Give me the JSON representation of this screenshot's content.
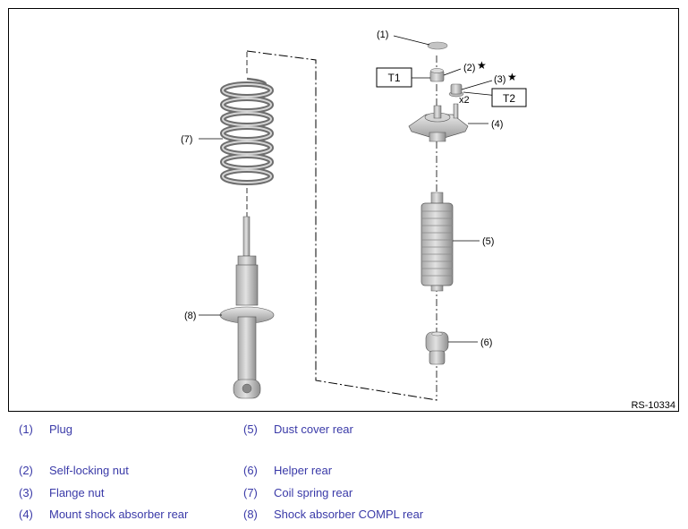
{
  "diagram": {
    "code": "RS-10334",
    "callouts": {
      "c1": "(1)",
      "c2": "(2)",
      "c3": "(3)",
      "c4": "(4)",
      "c5": "(5)",
      "c6": "(6)",
      "c7": "(7)",
      "c8": "(8)"
    },
    "star": "★",
    "torque": {
      "t1": "T1",
      "t2": "T2"
    },
    "multiplier": "x2"
  },
  "legend": {
    "items": [
      {
        "num": "(1)",
        "label": "Plug"
      },
      {
        "num": "(2)",
        "label": "Self-locking nut"
      },
      {
        "num": "(3)",
        "label": "Flange nut"
      },
      {
        "num": "(4)",
        "label": "Mount shock absorber rear"
      },
      {
        "num": "(5)",
        "label": "Dust cover rear"
      },
      {
        "num": "(6)",
        "label": "Helper rear"
      },
      {
        "num": "(7)",
        "label": "Coil spring rear"
      },
      {
        "num": "(8)",
        "label": "Shock absorber COMPL rear"
      }
    ]
  }
}
